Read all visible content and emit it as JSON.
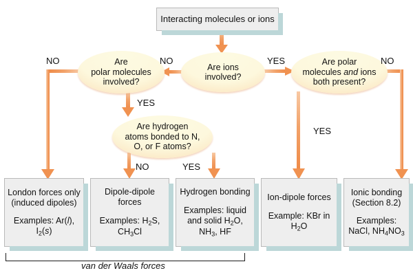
{
  "diagram": {
    "title_box": {
      "text": "Interacting molecules or ions"
    },
    "decisions": [
      {
        "id": "ions",
        "line1": "Are ions",
        "line2": "involved?",
        "line3": ""
      },
      {
        "id": "polar",
        "line1": "Are",
        "line2": "polar molecules",
        "line3": "involved?"
      },
      {
        "id": "both",
        "line1": "Are polar",
        "line2": "molecules and ions",
        "line3": "both present?"
      },
      {
        "id": "hydrogen",
        "line1": "Are hydrogen",
        "line2": "atoms bonded to N,",
        "line3": "O, or F atoms?"
      }
    ],
    "outcomes": [
      {
        "id": "london",
        "head1": "London forces only",
        "head2": "(induced dipoles)",
        "ex1": "Examples: Ar(l),",
        "ex2": "I2(s)"
      },
      {
        "id": "dipole",
        "head1": "Dipole-dipole",
        "head2": "forces",
        "ex1": "Examples: H2S,",
        "ex2": "CH3Cl"
      },
      {
        "id": "hbond",
        "head1": "Hydrogen bonding",
        "head2": "",
        "ex1": "Examples: liquid",
        "ex2": "and solid H2O,",
        "ex3": "NH3, HF"
      },
      {
        "id": "iondipole",
        "head1": "Ion-dipole forces",
        "head2": "",
        "ex1": "Example: KBr in",
        "ex2": "H2O"
      },
      {
        "id": "ionic",
        "head1": "Ionic bonding",
        "head2": "(Section 8.2)",
        "ex1": "Examples:",
        "ex2": "NaCl, NH4NO3"
      }
    ],
    "edge_labels": {
      "ions_no_left": "NO",
      "polar_no": "NO",
      "polar_yes": "YES",
      "hyd_no": "NO",
      "hyd_yes": "YES",
      "ions_yes": "YES",
      "both_yes": "YES",
      "both_no": "NO"
    },
    "bracket_label": "van der Waals forces",
    "colors": {
      "arrow": "#f0884a",
      "arrow_light": "#f7b98a",
      "box_fill": "#eeeeee",
      "box_border": "#b9b9b9",
      "box_shadow": "#bcd7d8",
      "ellipse_top": "#fdfae2",
      "ellipse_bottom": "#f2ab77",
      "text": "#111111",
      "bracket": "#1a1a1a",
      "background": "#ffffff"
    }
  }
}
